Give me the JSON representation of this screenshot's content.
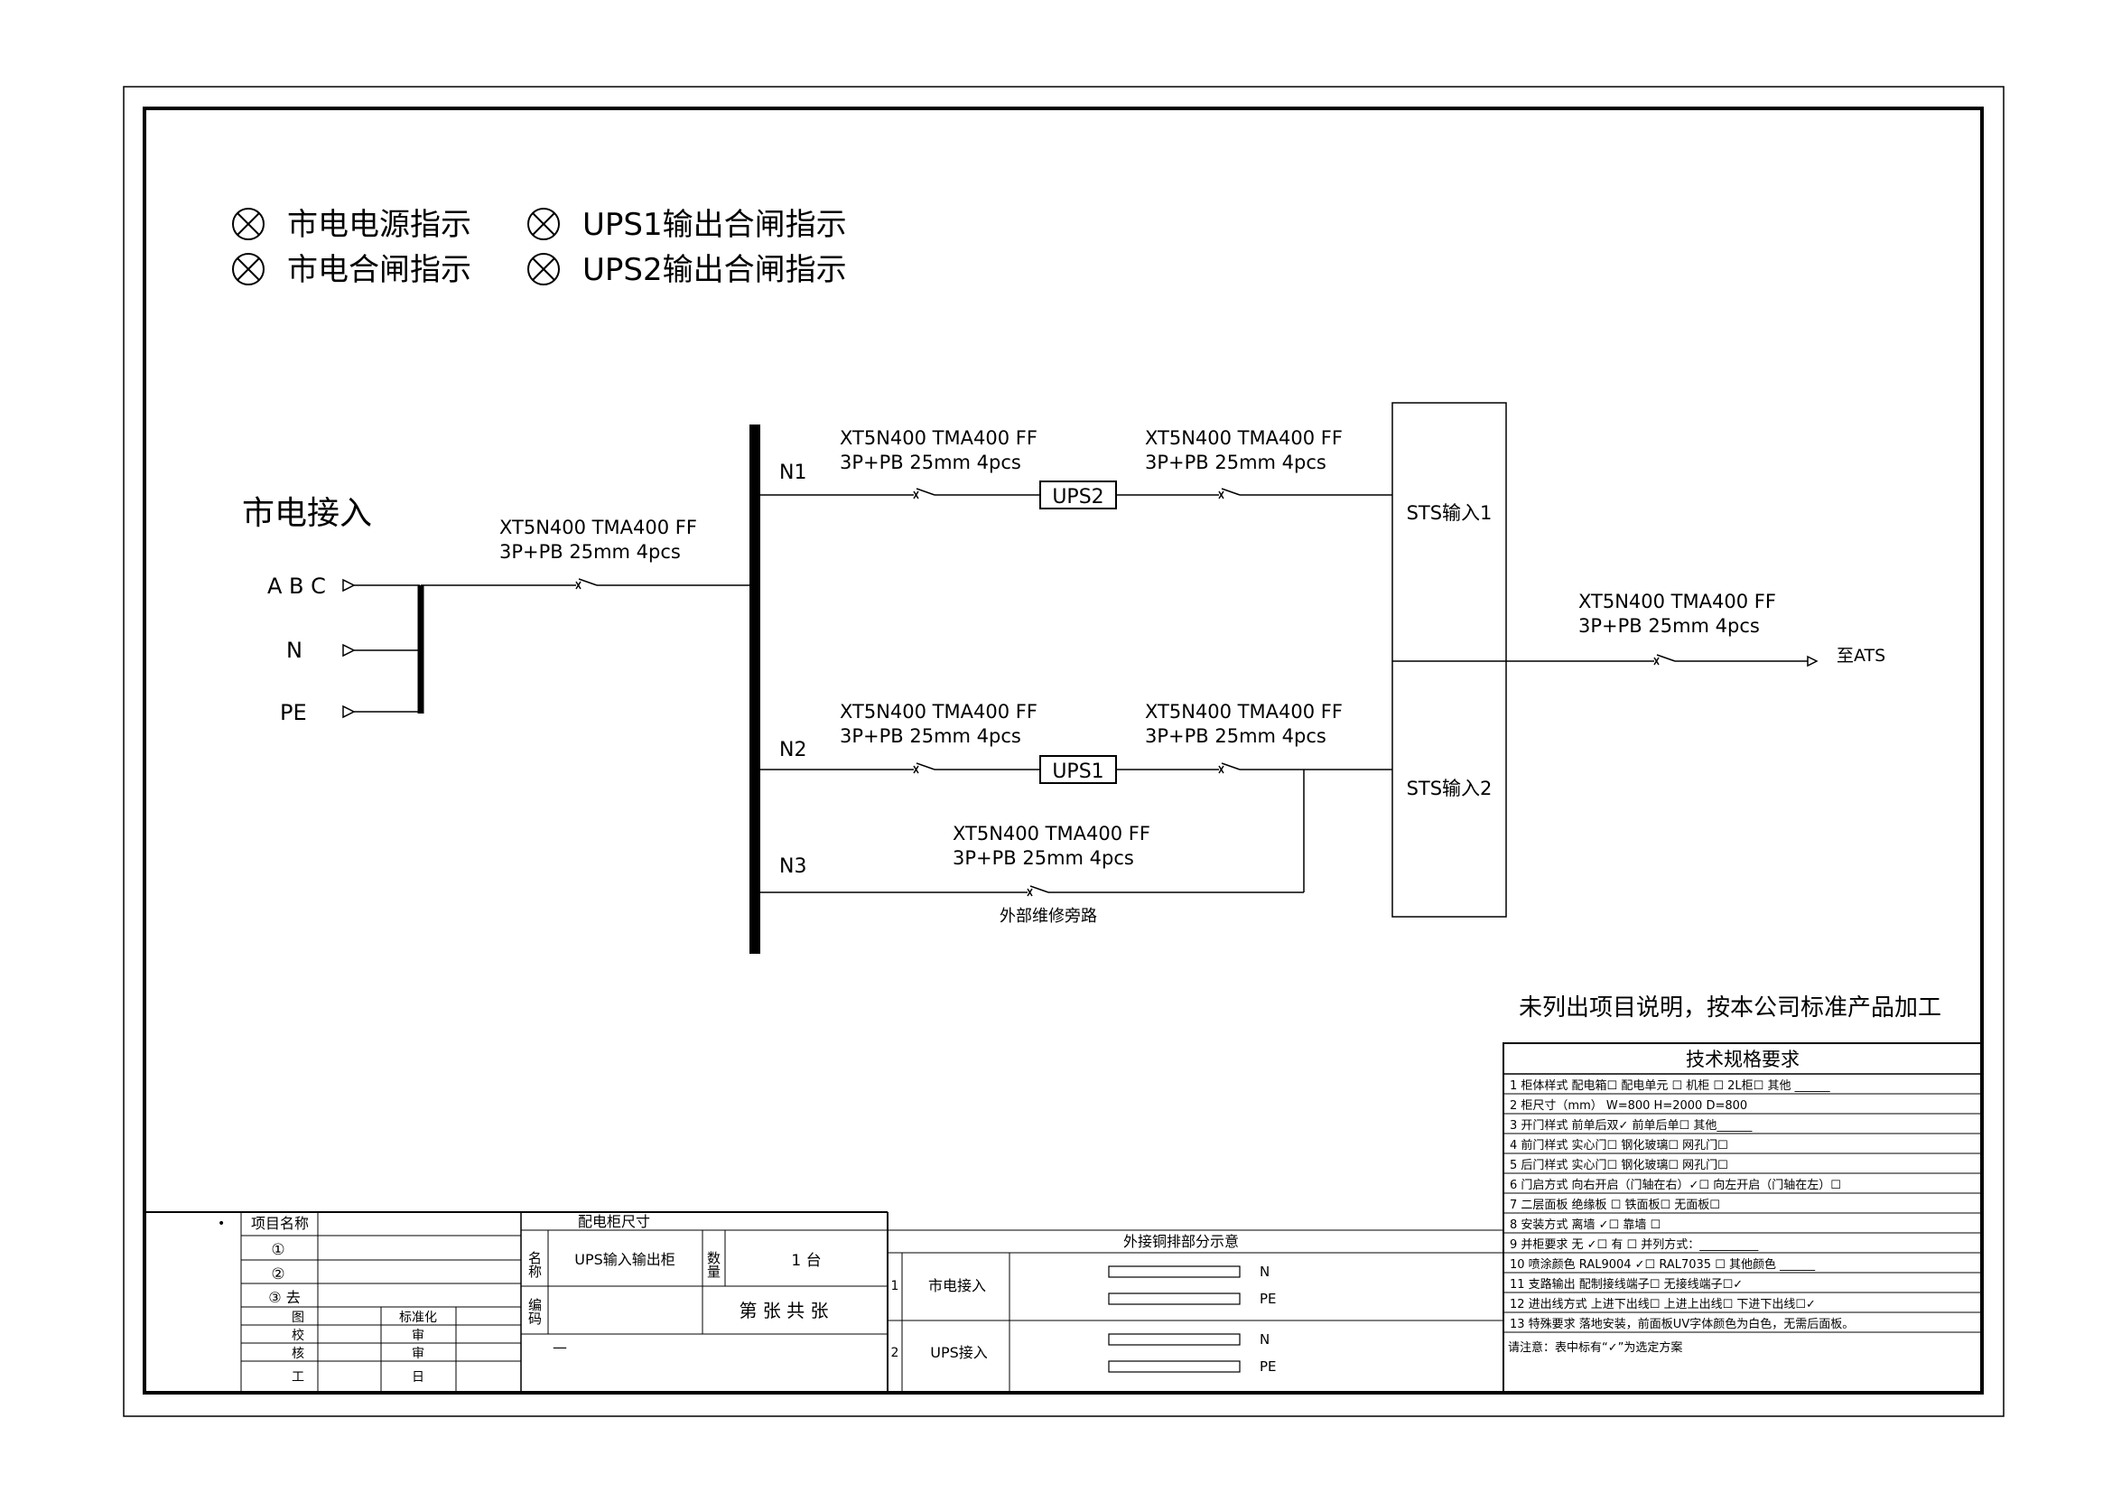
{
  "legend": [
    {
      "icon": "indicator-lamp-icon",
      "label": "市电电源指示"
    },
    {
      "icon": "indicator-lamp-icon",
      "label": "UPS1输出合闸指示"
    },
    {
      "icon": "indicator-lamp-icon",
      "label": "市电合闸指示"
    },
    {
      "icon": "indicator-lamp-icon",
      "label": "UPS2输出合闸指示"
    }
  ],
  "input": {
    "title": "市电接入",
    "phases": [
      "A B C",
      "N",
      "PE"
    ]
  },
  "breaker": {
    "line1": "XT5N400 TMA400 FF",
    "line2": "3P+PB 25mm 4pcs"
  },
  "branches": {
    "n1": "N1",
    "n2": "N2",
    "n3": "N3"
  },
  "ups": {
    "ups1": "UPS1",
    "ups2": "UPS2"
  },
  "sts": {
    "in1": "STS输入1",
    "in2": "STS输入2"
  },
  "output": {
    "to_ats": "至ATS"
  },
  "bypass": {
    "label": "外部维修旁路"
  },
  "note": "未列出项目说明，按本公司标准产品加工",
  "title_block": {
    "project_name": "项目名称",
    "rows": [
      "①",
      "②",
      "③ 去"
    ],
    "small_labels": [
      "图",
      "标准化",
      "校",
      "审",
      "核",
      "审",
      "工",
      "日"
    ],
    "cabinet_size": "配电柜尺寸",
    "name_label": "名称",
    "name_value": "UPS输入输出柜",
    "qty_label": "数量",
    "qty_value": "1 台",
    "code_label": "编码",
    "sheet": "第 张 共 张",
    "dash": "—"
  },
  "busbar": {
    "title": "外接铜排部分示意",
    "rows": [
      {
        "no": "1",
        "name": "市电接入",
        "labels": [
          "N",
          "PE"
        ]
      },
      {
        "no": "2",
        "name": "UPS接入",
        "labels": [
          "N",
          "PE"
        ]
      }
    ]
  },
  "spec": {
    "title": "技术规格要求",
    "rows": [
      "1 柜体样式    配电箱☐ 配电单元 ☐   机柜 ☐  2L柜☐ 其他 ______",
      "2  柜尺寸（mm） W=800   H=2000   D=800",
      "3   开门样式  前单后双✓ 前单后单☐    其他______",
      "4   前门样式  实心门☐  钢化玻璃☐     网孔门☐",
      "5   后门样式  实心门☐  钢化玻璃☐     网孔门☐",
      "6  门启方式  向右开启（门轴在右）✓☐   向左开启（门轴在左）☐",
      "7   二层面板  绝缘板 ☐     铁面板☐   无面板☐",
      "8   安装方式  离墙  ✓☐         靠墙  ☐",
      "9   并柜要求   无  ✓☐         有 ☐ 并列方式：__________",
      "10  喷涂颜色  RAL9004     ✓☐   RAL7035 ☐ 其他颜色 ______",
      "11  支路输出  配制接线端子☐   无接线端子☐✓",
      "12  进出线方式  上进下出线☐   上进上出线☐   下进下出线☐✓",
      "13  特殊要求   落地安装，前面板UV字体颜色为白色，无需后面板。"
    ],
    "footnote": "请注意：表中标有“✓”为选定方案"
  }
}
